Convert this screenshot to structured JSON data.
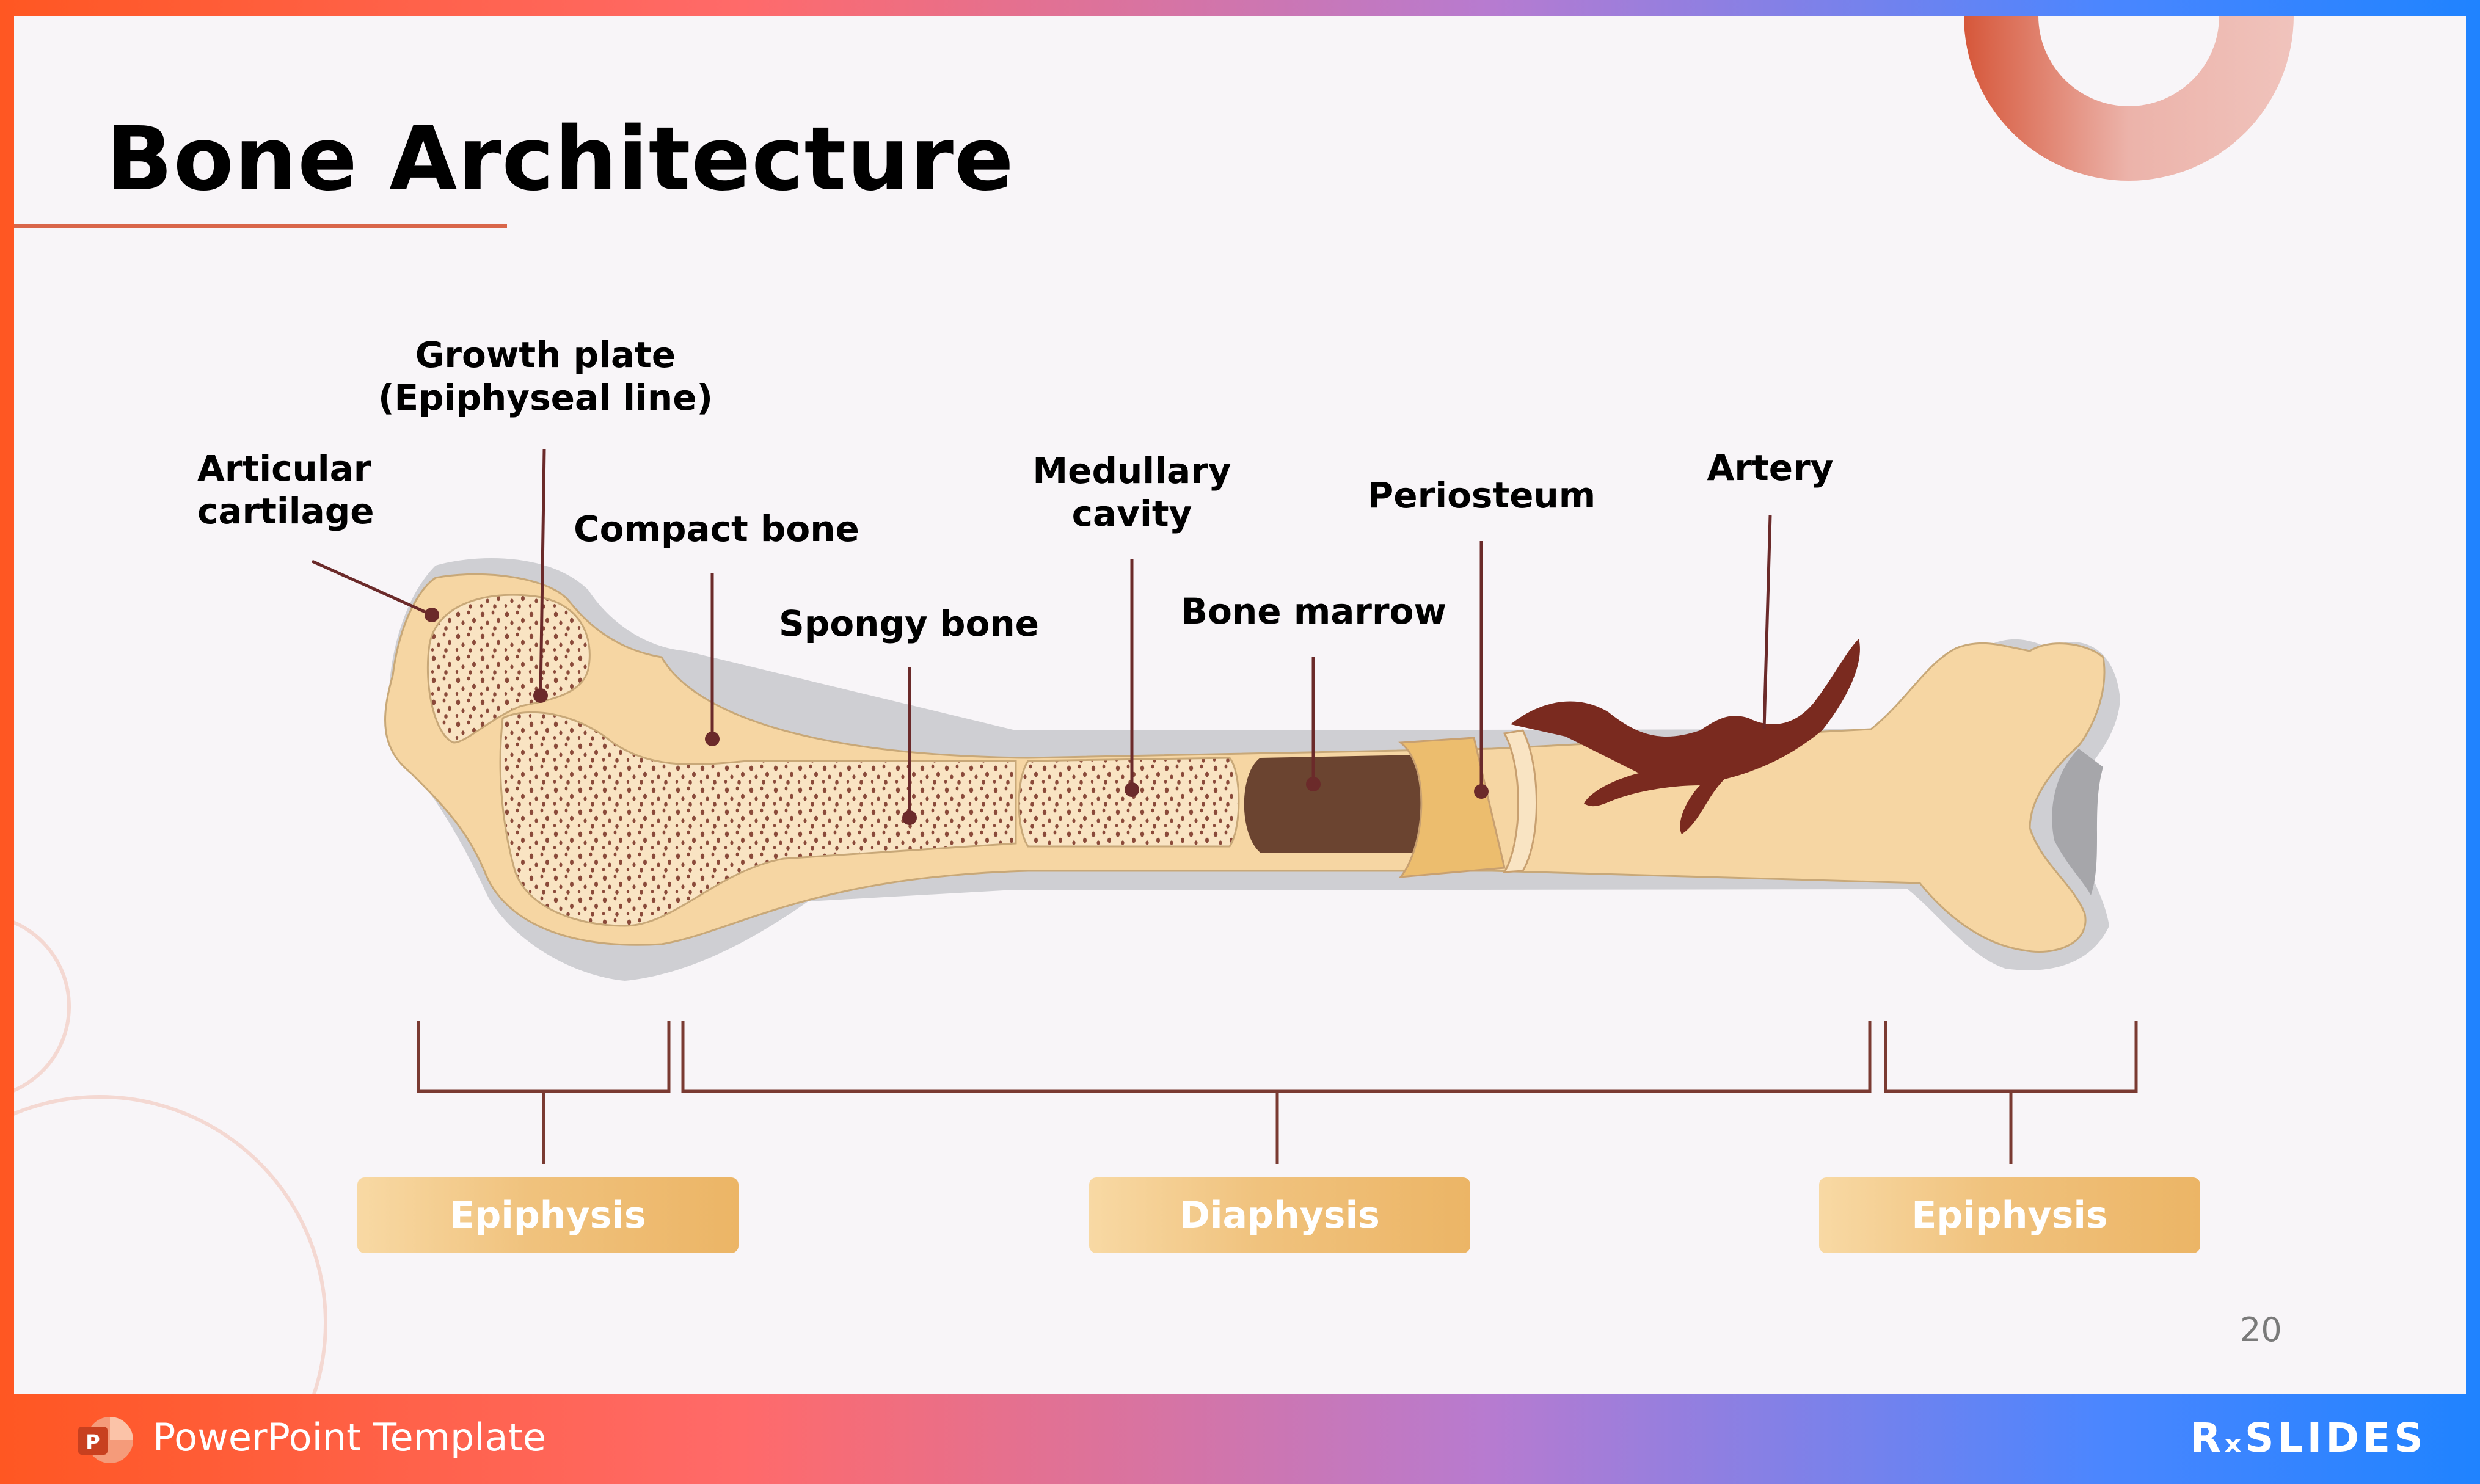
{
  "slide": {
    "title": "Bone Architecture",
    "page_number": "20"
  },
  "labels": {
    "growth_plate": "Growth plate\n(Epiphyseal line)",
    "articular_cartilage": "Articular\ncartilage",
    "compact_bone": "Compact bone",
    "spongy_bone": "Spongy bone",
    "medullary_cavity": "Medullary\ncavity",
    "bone_marrow": "Bone marrow",
    "periosteum": "Periosteum",
    "artery": "Artery"
  },
  "regions": {
    "left_epiphysis": "Epiphysis",
    "diaphysis": "Diaphysis",
    "right_epiphysis": "Epiphysis"
  },
  "footer": {
    "template_label": "PowerPoint Template",
    "brand": "RₓSLIDES",
    "ppt_icon_letter": "P"
  },
  "colors": {
    "accent": "#d9664a",
    "bone": "#f6d6a3",
    "bone_light": "#f9e4c3",
    "marrow": "#6b4430",
    "leader": "#6b2a2a",
    "artery": "#7a2a1f",
    "pill_start": "#f8d9a4",
    "pill_end": "#ecb566"
  },
  "icons": {
    "ppt": "powerpoint-icon"
  }
}
